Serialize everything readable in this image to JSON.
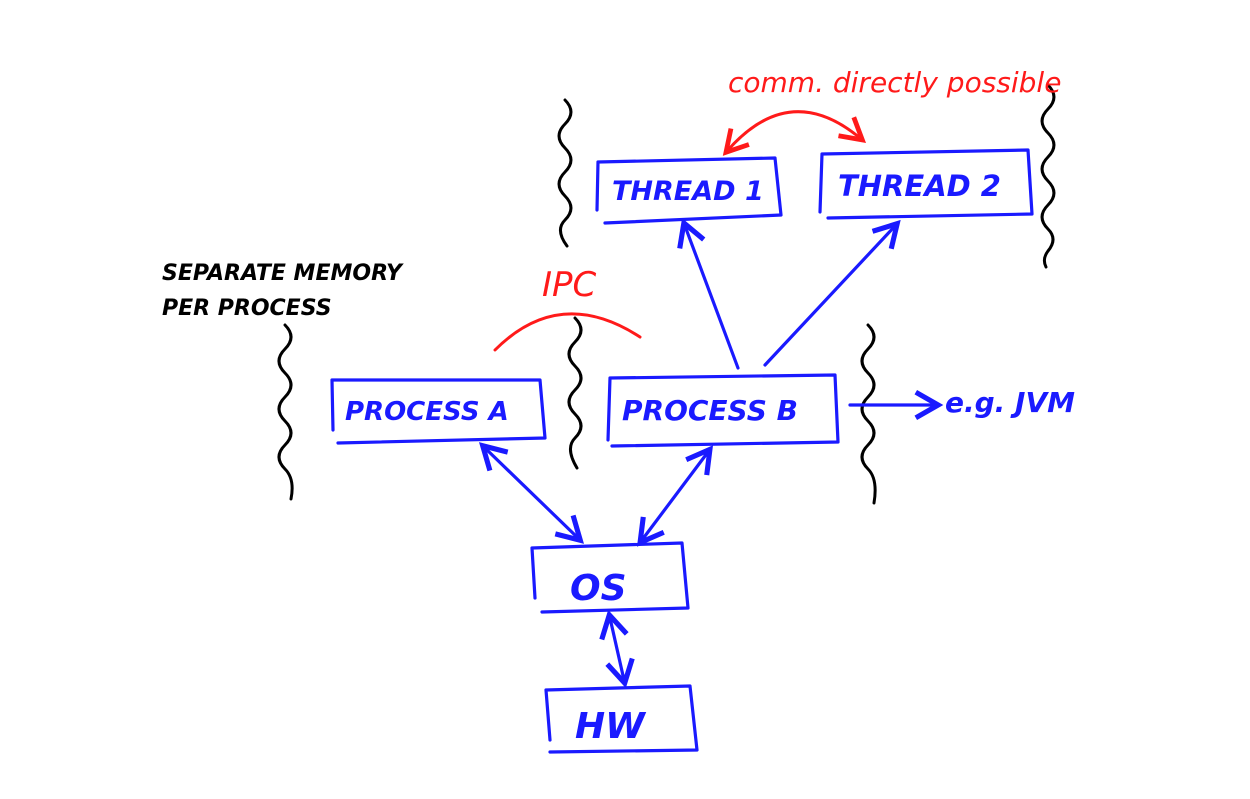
{
  "annotations": {
    "comm": "comm. directly possible",
    "ipc": "IPC",
    "separate_memory_line1": "SEPARATE MEMORY",
    "separate_memory_line2": "PER PROCESS",
    "jvm": "e.g. JVM"
  },
  "nodes": {
    "thread1": "THREAD 1",
    "thread2": "THREAD 2",
    "process_a": "PROCESS A",
    "process_b": "PROCESS B",
    "os": "OS",
    "hw": "HW"
  },
  "colors": {
    "ink_blue": "#1a1aff",
    "ink_red": "#ff1a1a",
    "ink_black": "#000000"
  }
}
